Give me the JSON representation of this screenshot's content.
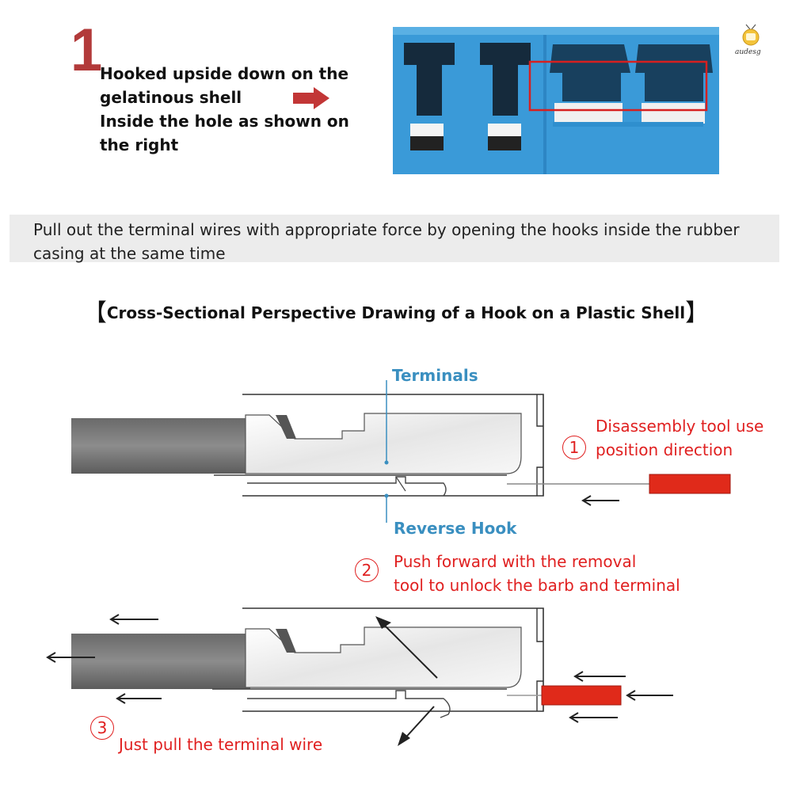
{
  "step1": {
    "number": "1",
    "lines": [
      "Hooked upside down on the",
      "gelatinous shell",
      "Inside the hole as shown on",
      "the right"
    ]
  },
  "instruction": "Pull out the terminal wires with appropriate force by opening the hooks inside the rubber casing at the same time",
  "heading": {
    "open_bracket": "【",
    "text": "Cross-Sectional Perspective Drawing of a Hook on a Plastic Shell",
    "close_bracket": "】"
  },
  "labels": {
    "terminals": "Terminals",
    "reverse_hook": "Reverse Hook"
  },
  "steps": [
    {
      "number": "1",
      "lines": [
        "Disassembly tool use",
        "position direction"
      ]
    },
    {
      "number": "2",
      "lines": [
        "Push forward with the removal",
        "tool to unlock the barb and terminal"
      ]
    },
    {
      "number": "3",
      "lines": [
        "Just pull the terminal wire"
      ]
    }
  ],
  "logo": {
    "text": "audesg"
  },
  "colors": {
    "accent_red": "#e02020",
    "label_blue": "#3a8fc0",
    "number_red": "#b23a3a",
    "connector_blue": "#3a9ad8"
  }
}
